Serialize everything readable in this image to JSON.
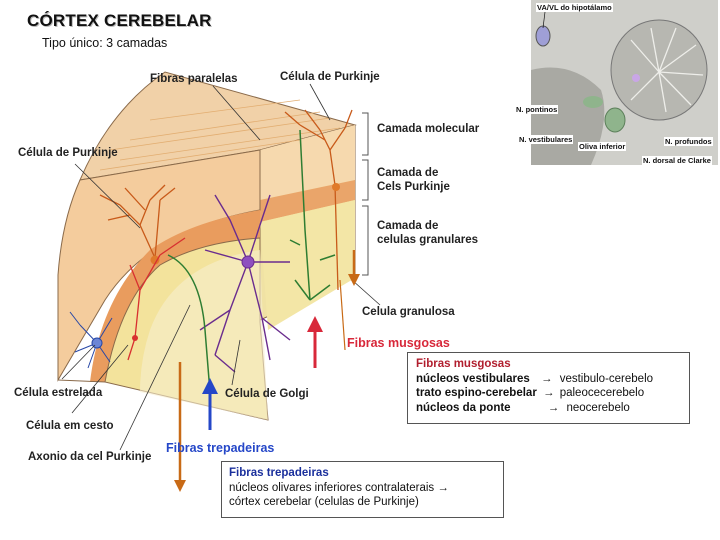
{
  "title": "CÓRTEX CEREBELAR",
  "subtitle": "Tipo único: 3 camadas",
  "labels": {
    "fibras_paralelas": "Fibras paralelas",
    "celula_purkinje_top": "Célula de Purkinje",
    "celula_purkinje_left": "Célula de Purkinje",
    "camada_molecular": "Camada molecular",
    "camada_purkinje_1": "Camada de",
    "camada_purkinje_2": "Cels Purkinje",
    "camada_granular_1": "Camada de",
    "camada_granular_2": "celulas granulares",
    "celula_granulosa": "Celula granulosa",
    "fibras_musgosas": "Fibras musgosas",
    "celula_estrelada": "Célula estrelada",
    "celula_cesto": "Célula em cesto",
    "axonio": "Axonio da cel Purkinje",
    "celula_golgi": "Célula de Golgi",
    "fibras_trepadeiras": "Fibras trepadeiras"
  },
  "inset": {
    "va_vl": "VA/VL do hipotálamo",
    "n_pontinos": "N. pontinos",
    "n_vestibulares": "N. vestibulares",
    "oliva_inferior": "Oliva inferior",
    "n_profundos": "N. profundos",
    "n_dorsal": "N. dorsal de Clarke"
  },
  "box_musgosas": {
    "heading": "Fibras musgosas",
    "row1_key": "núcleos vestibulares",
    "row1_arrow": "→",
    "row1_val": "vestibulo-cerebelo",
    "row2_key": "trato espino-cerebelar",
    "row2_arrow": "→",
    "row2_val": "paleocecerebelo",
    "row3_key": "núcleos da ponte",
    "row3_arrow": "→",
    "row3_val": "neocerebelo"
  },
  "box_trepadeiras": {
    "heading": "Fibras trepadeiras",
    "line1": "núcleos olivares inferiores contralaterais →",
    "line2": "córtex cerebelar (celulas de Purkinje)"
  },
  "colors": {
    "molecular": "#f3c79a",
    "purkinje_layer": "#eca56b",
    "granular": "#f3e39c",
    "purkinje_cell": "#c85a1a",
    "granule_axon": "#2e7d32",
    "golgi": "#6a2c8e",
    "basket": "#d83030",
    "stellate": "#2747a6",
    "mossy_arrow": "#d8283a",
    "climbing_arrow": "#2547c8",
    "orange_arrow": "#c86a16"
  }
}
